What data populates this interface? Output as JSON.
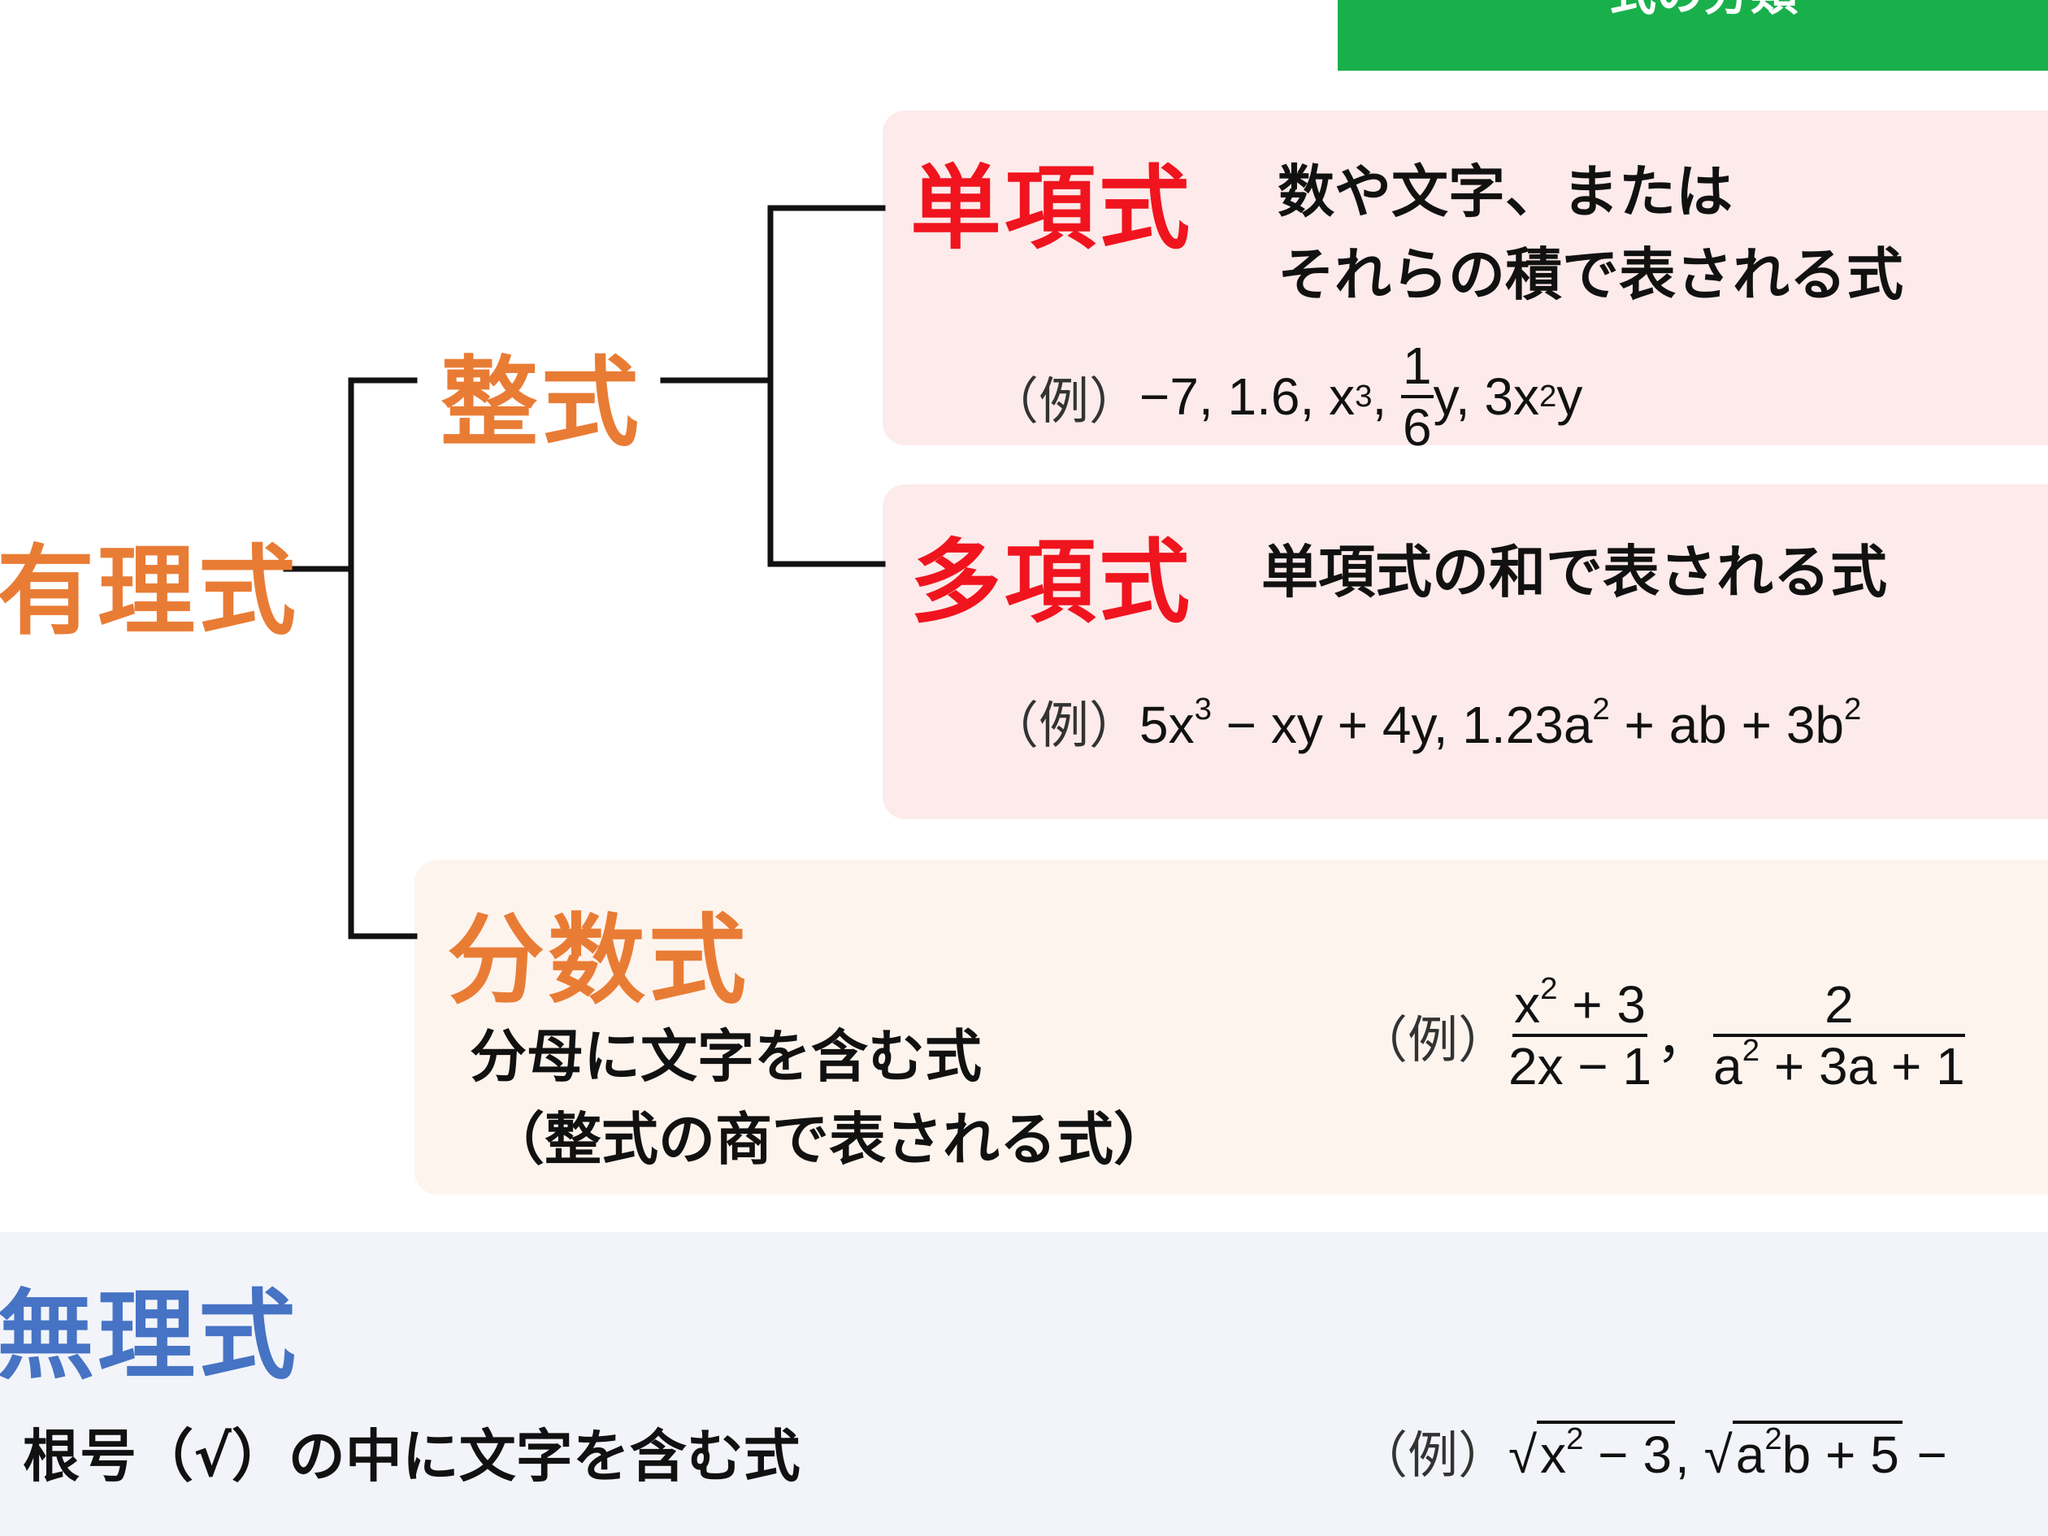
{
  "header": {
    "title": "式の分類"
  },
  "rational": {
    "label": "有理式"
  },
  "integral": {
    "label": "整式"
  },
  "monomial": {
    "label": "単項式",
    "desc_line1": "数や文字、または",
    "desc_line2": "それらの積で表される式",
    "example_label": "（例）",
    "ex_part1": "−7, 1.6, x",
    "ex_sup1": "3",
    "ex_part2": ", ",
    "ex_frac_num": "1",
    "ex_frac_den": "6",
    "ex_part3": "y, 3x",
    "ex_sup2": "2",
    "ex_part4": "y"
  },
  "polynomial": {
    "label": "多項式",
    "desc": "単項式の和で表される式",
    "example_label": "（例）",
    "ex_part1": "5x",
    "ex_sup1": "3",
    "ex_part2": " − xy + 4y, 1.23a",
    "ex_sup2": "2",
    "ex_part3": " + ab + 3b",
    "ex_sup3": "2"
  },
  "fractional": {
    "label": "分数式",
    "desc_line1": "分母に文字を含む式",
    "desc_line2": "（整式の商で表される式）",
    "example_label": "（例）",
    "frac1_num_a": "x",
    "frac1_num_sup": "2",
    "frac1_num_b": " + 3",
    "frac1_den": "2x − 1",
    "separator": "，",
    "frac2_num": "2",
    "frac2_den_a": "a",
    "frac2_den_sup": "2",
    "frac2_den_b": " + 3a + 1"
  },
  "irrational": {
    "label": "無理式",
    "desc": "根号（√）の中に文字を含む式",
    "example_label": "（例）",
    "sqrt_sign": "√",
    "sqrt1_a": "x",
    "sqrt1_sup": "2",
    "sqrt1_b": " − 3",
    "mid": ", ",
    "sqrt2_a": "a",
    "sqrt2_sup": "2",
    "sqrt2_b": "b + 5",
    "tail": " −"
  },
  "colors": {
    "header_green": "#19b04b",
    "orange": "#e97c35",
    "red": "#f0141e",
    "blue": "#4673c4",
    "pink_box": "#fdeaea",
    "peach_box": "#fef4ee",
    "irrational_band": "#f2f4fa"
  }
}
